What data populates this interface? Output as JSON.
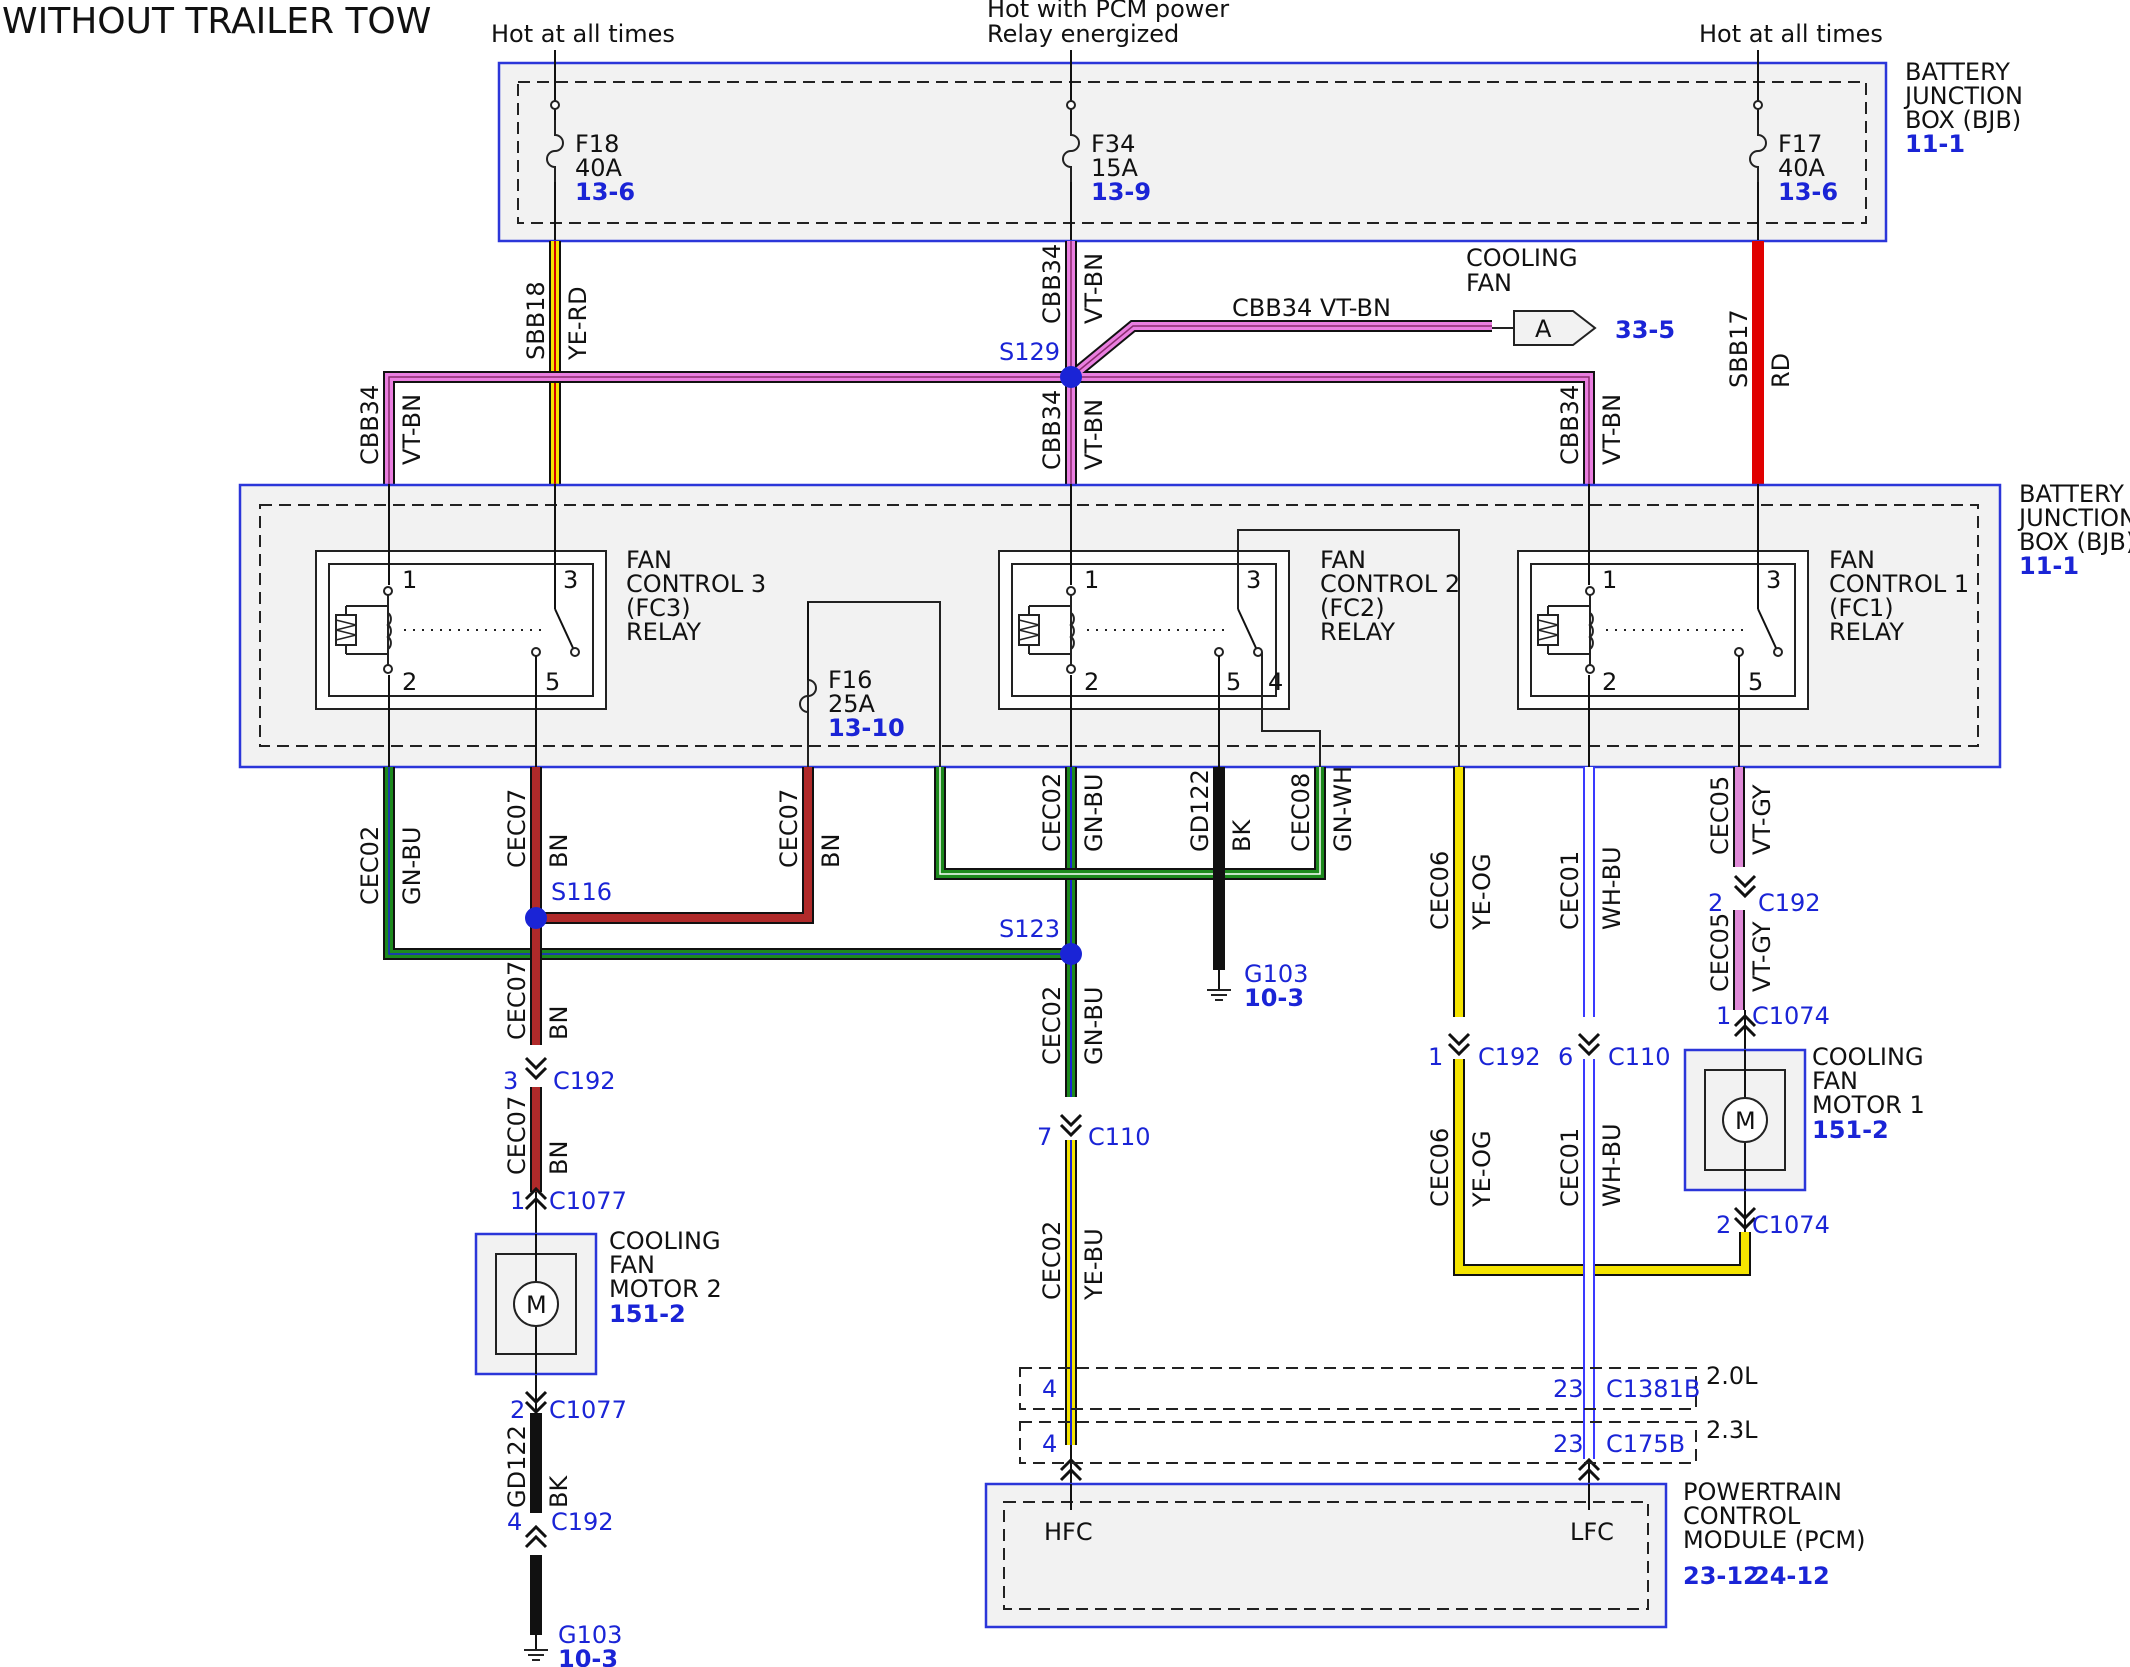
{
  "title": "WITHOUT TRAILER TOW",
  "power_labels": {
    "left": "Hot at all times",
    "center_1": "Hot with PCM power",
    "center_2": "Relay energized",
    "right": "Hot at all times"
  },
  "bjb_top": {
    "name_1": "BATTERY",
    "name_2": "JUNCTION",
    "name_3": "BOX (BJB)",
    "ref": "11-1",
    "fuses": [
      {
        "id": "F18",
        "rating": "40A",
        "ref": "13-6"
      },
      {
        "id": "F34",
        "rating": "15A",
        "ref": "13-9"
      },
      {
        "id": "F17",
        "rating": "40A",
        "ref": "13-6"
      }
    ]
  },
  "bjb_main": {
    "name_1": "BATTERY",
    "name_2": "JUNCTION",
    "name_3": "BOX (BJB)",
    "ref": "11-1",
    "fuse_f16": {
      "id": "F16",
      "rating": "25A",
      "ref": "13-10"
    },
    "relays": [
      {
        "l1": "FAN",
        "l2": "CONTROL 3",
        "l3": "(FC3)",
        "l4": "RELAY",
        "p1": "1",
        "p2": "2",
        "p3": "3",
        "p5": "5"
      },
      {
        "l1": "FAN",
        "l2": "CONTROL 2",
        "l3": "(FC2)",
        "l4": "RELAY",
        "p1": "1",
        "p2": "2",
        "p3": "3",
        "p5": "5",
        "p4": "4"
      },
      {
        "l1": "FAN",
        "l2": "CONTROL 1",
        "l3": "(FC1)",
        "l4": "RELAY",
        "p1": "1",
        "p2": "2",
        "p3": "3",
        "p5": "5"
      }
    ]
  },
  "cooling_fan_ref": {
    "l1": "COOLING",
    "l2": "FAN",
    "connector": "A",
    "ref": "33-5"
  },
  "wires": {
    "sbb18": "SBB18",
    "ye_rd": "YE-RD",
    "cbb34": "CBB34",
    "vt_bn": "VT-BN",
    "cbb34_vtbn": "CBB34  VT-BN",
    "sbb17": "SBB17",
    "rd": "RD",
    "cec02": "CEC02",
    "gn_bu": "GN-BU",
    "cec07": "CEC07",
    "bn": "BN",
    "gd122": "GD122",
    "bk": "BK",
    "cec08": "CEC08",
    "gn_wh": "GN-WH",
    "cec06": "CEC06",
    "ye_og": "YE-OG",
    "cec01": "CEC01",
    "wh_bu": "WH-BU",
    "cec05": "CEC05",
    "vt_gy": "VT-GY",
    "ye_bu": "YE-BU"
  },
  "splices": {
    "s129": "S129",
    "s116": "S116",
    "s123": "S123"
  },
  "grounds": {
    "g103": "G103",
    "g103_ref": "10-3"
  },
  "connectors": {
    "c192": "C192",
    "c1077": "C1077",
    "c110": "C110",
    "c1074": "C1074",
    "c1381b": "C1381B",
    "c175b": "C175B",
    "pin_1": "1",
    "pin_2": "2",
    "pin_3": "3",
    "pin_4": "4",
    "pin_6": "6",
    "pin_7": "7",
    "pin_23": "23"
  },
  "motor2": {
    "l1": "COOLING",
    "l2": "FAN",
    "l3": "MOTOR 2",
    "ref": "151-2",
    "symbol": "M"
  },
  "motor1": {
    "l1": "COOLING",
    "l2": "FAN",
    "l3": "MOTOR 1",
    "ref": "151-2",
    "symbol": "M"
  },
  "engine_variants": {
    "v20": "2.0L",
    "v23": "2.3L"
  },
  "pcm": {
    "l1": "POWERTRAIN",
    "l2": "CONTROL",
    "l3": "MODULE (PCM)",
    "ref_1": "23-12",
    "ref_2": "24-12",
    "hfc": "HFC",
    "lfc": "LFC"
  }
}
